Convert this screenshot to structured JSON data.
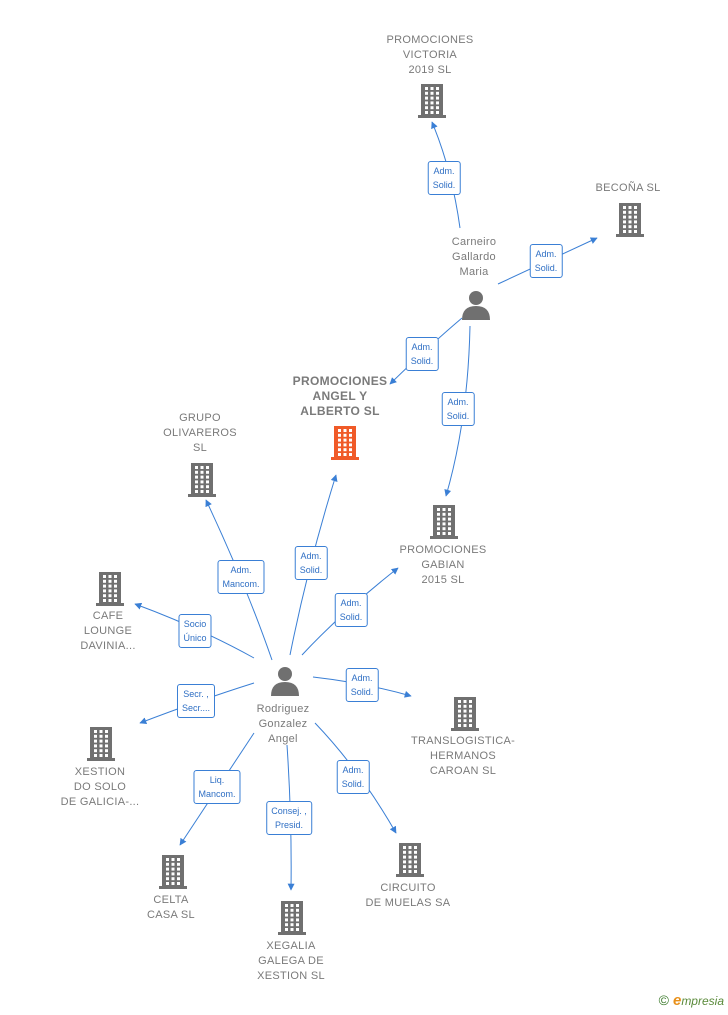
{
  "colors": {
    "edge": "#3a7fd5",
    "company": "#707070",
    "focus_company": "#f05a28",
    "person": "#707070",
    "label": "#7a7a7a"
  },
  "nodes": {
    "promociones_victoria": {
      "label": "PROMOCIONES\nVICTORIA\n2019  SL",
      "icon": "building-icon"
    },
    "becona": {
      "label": "BECOÑA SL",
      "icon": "building-icon"
    },
    "carneiro": {
      "label": "Carneiro\nGallardo\nMaria",
      "icon": "person-icon"
    },
    "promociones_angel": {
      "label": "PROMOCIONES\nANGEL Y\nALBERTO  SL",
      "icon": "building-icon"
    },
    "grupo_olivareros": {
      "label": "GRUPO\nOLIVAREROS\nSL",
      "icon": "building-icon"
    },
    "promociones_gabian": {
      "label": "PROMOCIONES\nGABIAN\n2015  SL",
      "icon": "building-icon"
    },
    "cafe_lounge": {
      "label": "CAFE\nLOUNGE\nDAVINIA...",
      "icon": "building-icon"
    },
    "rodriguez": {
      "label": "Rodriguez\nGonzalez\nAngel",
      "icon": "person-icon"
    },
    "translogistica": {
      "label": "TRANSLOGISTICA-\nHERMANOS\nCAROAN SL",
      "icon": "building-icon"
    },
    "xestion_solo": {
      "label": "XESTION\nDO SOLO\nDE GALICIA-...",
      "icon": "building-icon"
    },
    "celta_casa": {
      "label": "CELTA\nCASA  SL",
      "icon": "building-icon"
    },
    "xegalia": {
      "label": "XEGALIA\nGALEGA DE\nXESTION SL",
      "icon": "building-icon"
    },
    "circuito": {
      "label": "CIRCUITO\nDE MUELAS SA",
      "icon": "building-icon"
    }
  },
  "edges": [
    {
      "from": "carneiro",
      "to": "promociones_victoria",
      "label": "Adm.\nSolid."
    },
    {
      "from": "carneiro",
      "to": "becona",
      "label": "Adm.\nSolid."
    },
    {
      "from": "carneiro",
      "to": "promociones_angel",
      "label": "Adm.\nSolid."
    },
    {
      "from": "carneiro",
      "to": "promociones_gabian",
      "label": "Adm.\nSolid."
    },
    {
      "from": "rodriguez",
      "to": "grupo_olivareros",
      "label": "Adm.\nMancom."
    },
    {
      "from": "rodriguez",
      "to": "promociones_angel",
      "label": "Adm.\nSolid."
    },
    {
      "from": "rodriguez",
      "to": "promociones_gabian",
      "label": "Adm.\nSolid."
    },
    {
      "from": "rodriguez",
      "to": "cafe_lounge",
      "label": "Socio\nÚnico"
    },
    {
      "from": "rodriguez",
      "to": "xestion_solo",
      "label": "Secr. ,\nSecr...."
    },
    {
      "from": "rodriguez",
      "to": "translogistica",
      "label": "Adm.\nSolid."
    },
    {
      "from": "rodriguez",
      "to": "celta_casa",
      "label": "Liq.\nMancom."
    },
    {
      "from": "rodriguez",
      "to": "xegalia",
      "label": "Consej. ,\nPresid."
    },
    {
      "from": "rodriguez",
      "to": "circuito",
      "label": "Adm.\nSolid."
    }
  ],
  "brand": {
    "copyright": "©",
    "e": "e",
    "name": "mpresia"
  }
}
